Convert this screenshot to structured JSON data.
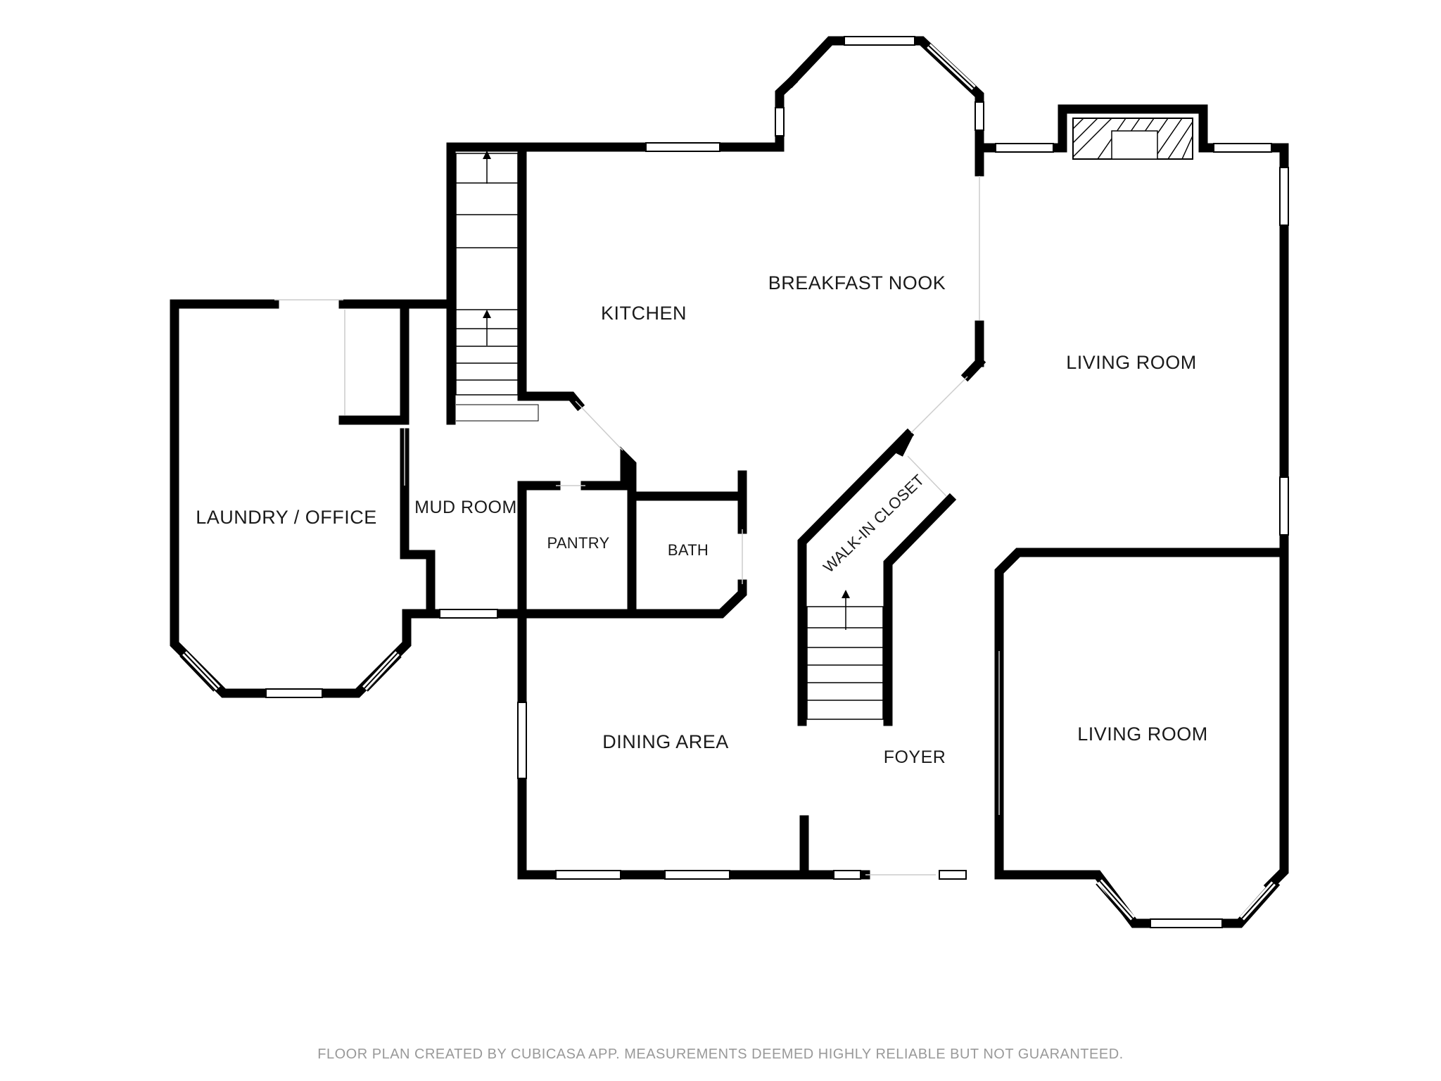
{
  "rooms": {
    "kitchen": "KITCHEN",
    "breakfast_nook": "BREAKFAST NOOK",
    "living_room_upper": "LIVING ROOM",
    "living_room_lower": "LIVING ROOM",
    "laundry_office": "LAUNDRY / OFFICE",
    "mud_room": "MUD ROOM",
    "pantry": "PANTRY",
    "bath": "BATH",
    "walk_in_closet": "WALK-IN CLOSET",
    "dining_area": "DINING AREA",
    "foyer": "FOYER"
  },
  "footer": "FLOOR PLAN CREATED BY CUBICASA APP. MEASUREMENTS DEEMED HIGHLY RELIABLE BUT NOT GUARANTEED.",
  "colors": {
    "wall": "#000000",
    "window": "#ffffff",
    "label": "#1a1a1a",
    "footer": "#999999",
    "background": "#ffffff"
  }
}
